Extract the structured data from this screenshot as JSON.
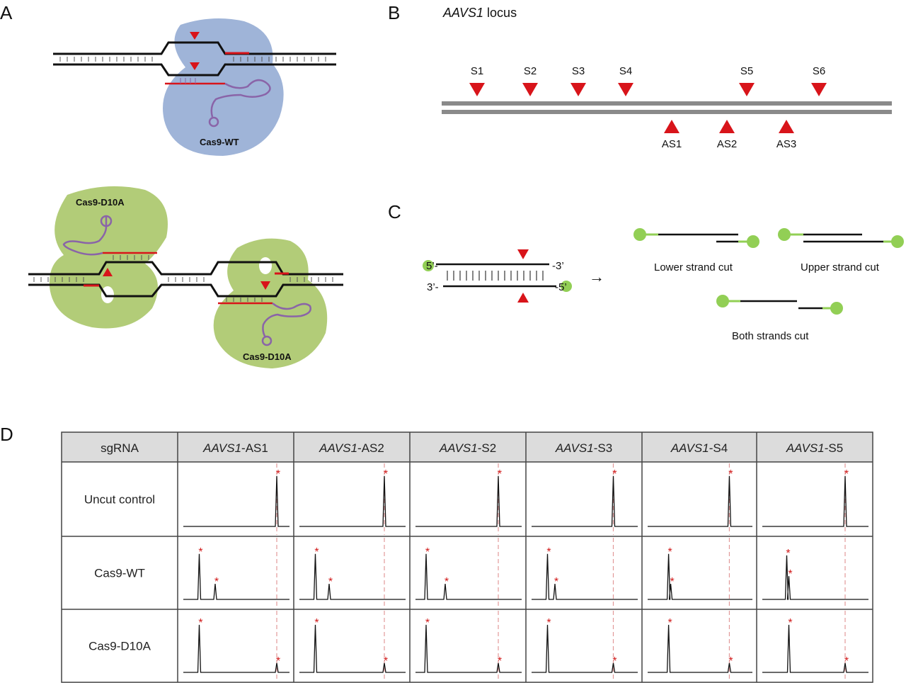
{
  "panels": {
    "a": {
      "letter": "A",
      "wt_label": "Cas9-WT",
      "nick_label_1": "Cas9-D10A",
      "nick_label_2": "Cas9-D10A"
    },
    "b": {
      "letter": "B",
      "title_italic": "AAVS1",
      "title_rest": " locus",
      "sense_sites": [
        "S1",
        "S2",
        "S3",
        "S4",
        "S5",
        "S6"
      ],
      "antisense_sites": [
        "AS1",
        "AS2",
        "AS3"
      ]
    },
    "c": {
      "letter": "C",
      "five_prime_top": "5’-",
      "three_prime_top": "-3’",
      "three_prime_bottom": "3’-",
      "five_prime_bottom": "-5’",
      "arrow": "→",
      "lower_strand_cut": "Lower strand cut",
      "upper_strand_cut": "Upper strand cut",
      "both_strands_cut": "Both strands cut"
    },
    "d": {
      "letter": "D",
      "corner_header": "sgRNA",
      "columns": [
        {
          "italic": "AAVS1",
          "rest": "-AS1"
        },
        {
          "italic": "AAVS1",
          "rest": "-AS2"
        },
        {
          "italic": "AAVS1",
          "rest": "-S2"
        },
        {
          "italic": "AAVS1",
          "rest": "-S3"
        },
        {
          "italic": "AAVS1",
          "rest": "-S4"
        },
        {
          "italic": "AAVS1",
          "rest": "-S5"
        }
      ],
      "rows": [
        "Uncut  control",
        "Cas9-WT",
        "Cas9-D10A"
      ],
      "star": "*"
    }
  },
  "colors": {
    "wt_blob": "#9fb4d8",
    "nick_blob": "#b2cc78",
    "cut_marker": "#d8141a",
    "green_dot": "#92cf55",
    "guide_rna": "#8a64a8",
    "header_fill": "#dcdcdc",
    "locus_strand": "#8a8a8a"
  }
}
